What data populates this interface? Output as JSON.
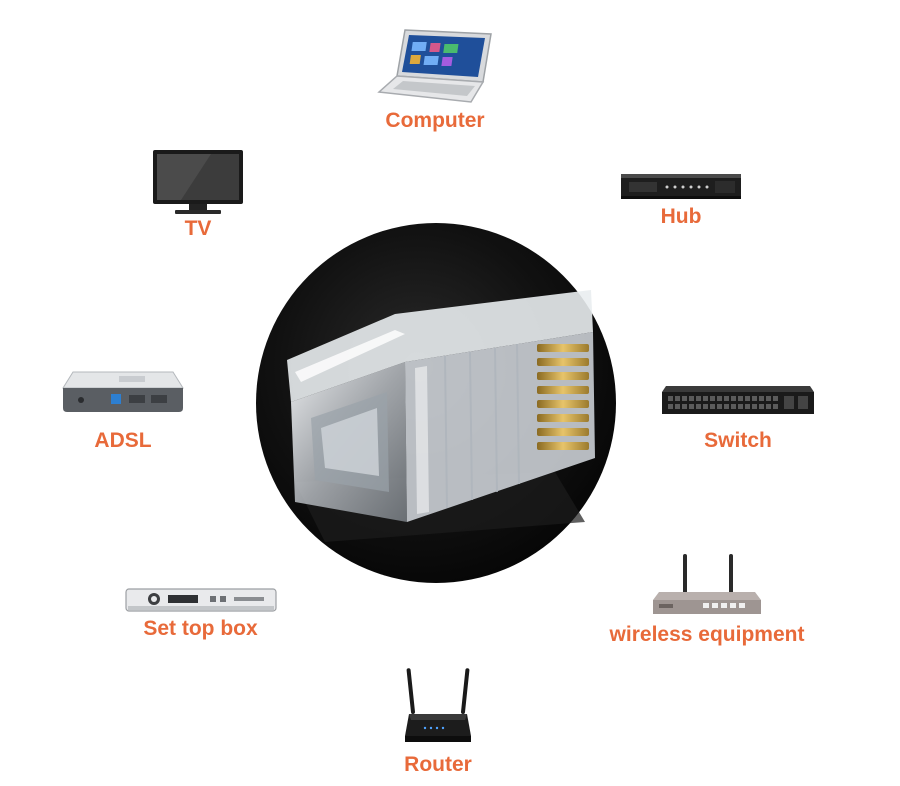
{
  "devices": {
    "computer": {
      "label": "Computer",
      "icon": "laptop-icon"
    },
    "tv": {
      "label": "TV",
      "icon": "tv-icon"
    },
    "hub": {
      "label": "Hub",
      "icon": "hub-icon"
    },
    "adsl": {
      "label": "ADSL",
      "icon": "adsl-modem-icon"
    },
    "switch": {
      "label": "Switch",
      "icon": "network-switch-icon"
    },
    "set_top_box": {
      "label": "Set top box",
      "icon": "set-top-box-icon"
    },
    "wireless": {
      "label": "wireless equipment",
      "icon": "wireless-access-point-icon"
    },
    "router": {
      "label": "Router",
      "icon": "router-icon"
    }
  },
  "center": {
    "icon": "rj45-connector-icon"
  },
  "colors": {
    "label": "#e86a3a",
    "disc": "#0b0b0b",
    "contacts": "#c9a24a"
  }
}
